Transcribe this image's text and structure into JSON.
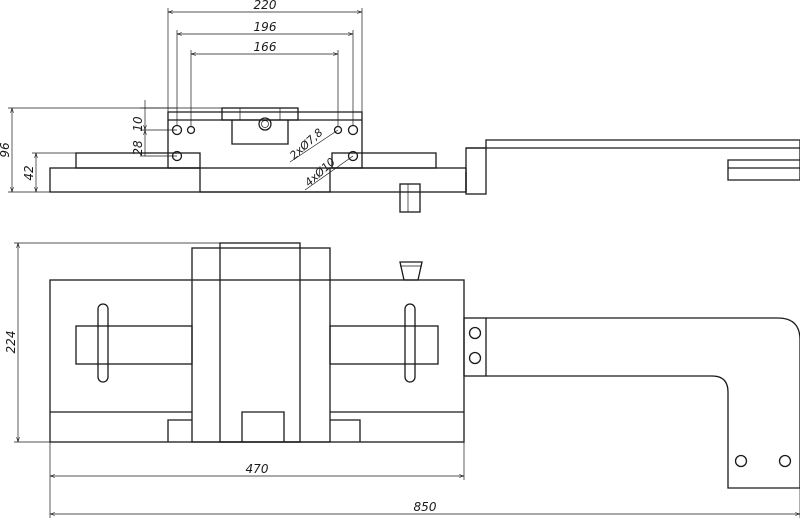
{
  "drawing": {
    "dimensions": {
      "top_width_220": "220",
      "top_width_196": "196",
      "top_width_166": "166",
      "height_96": "96",
      "height_42": "42",
      "offset_28": "28",
      "offset_10": "10",
      "holes_small": "2xØ7,8",
      "holes_large": "4xØ10",
      "front_height_224": "224",
      "base_length_470": "470",
      "overall_length_850": "850"
    }
  }
}
